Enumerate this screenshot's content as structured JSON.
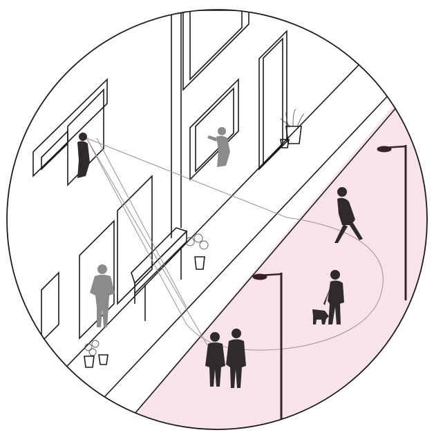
{
  "colors": {
    "street_zone": "#f8e4e8",
    "line": "#1a1a1a",
    "sight_line": "#9a8f92",
    "figure_dark": "#2f2a2c",
    "figure_light": "#8d8a8b",
    "lamp": "#3a2027"
  },
  "figures": [
    {
      "name": "person-at-window-left",
      "tone": "dark"
    },
    {
      "name": "person-at-window-center",
      "tone": "light"
    },
    {
      "name": "person-in-doorway",
      "tone": "light"
    },
    {
      "name": "walking-woman",
      "tone": "dark"
    },
    {
      "name": "man-walking-dog",
      "tone": "dark"
    },
    {
      "name": "couple-walking",
      "tone": "dark"
    }
  ],
  "icons": [
    "potted-plant-icon",
    "street-lamp-icon",
    "bench-icon"
  ]
}
